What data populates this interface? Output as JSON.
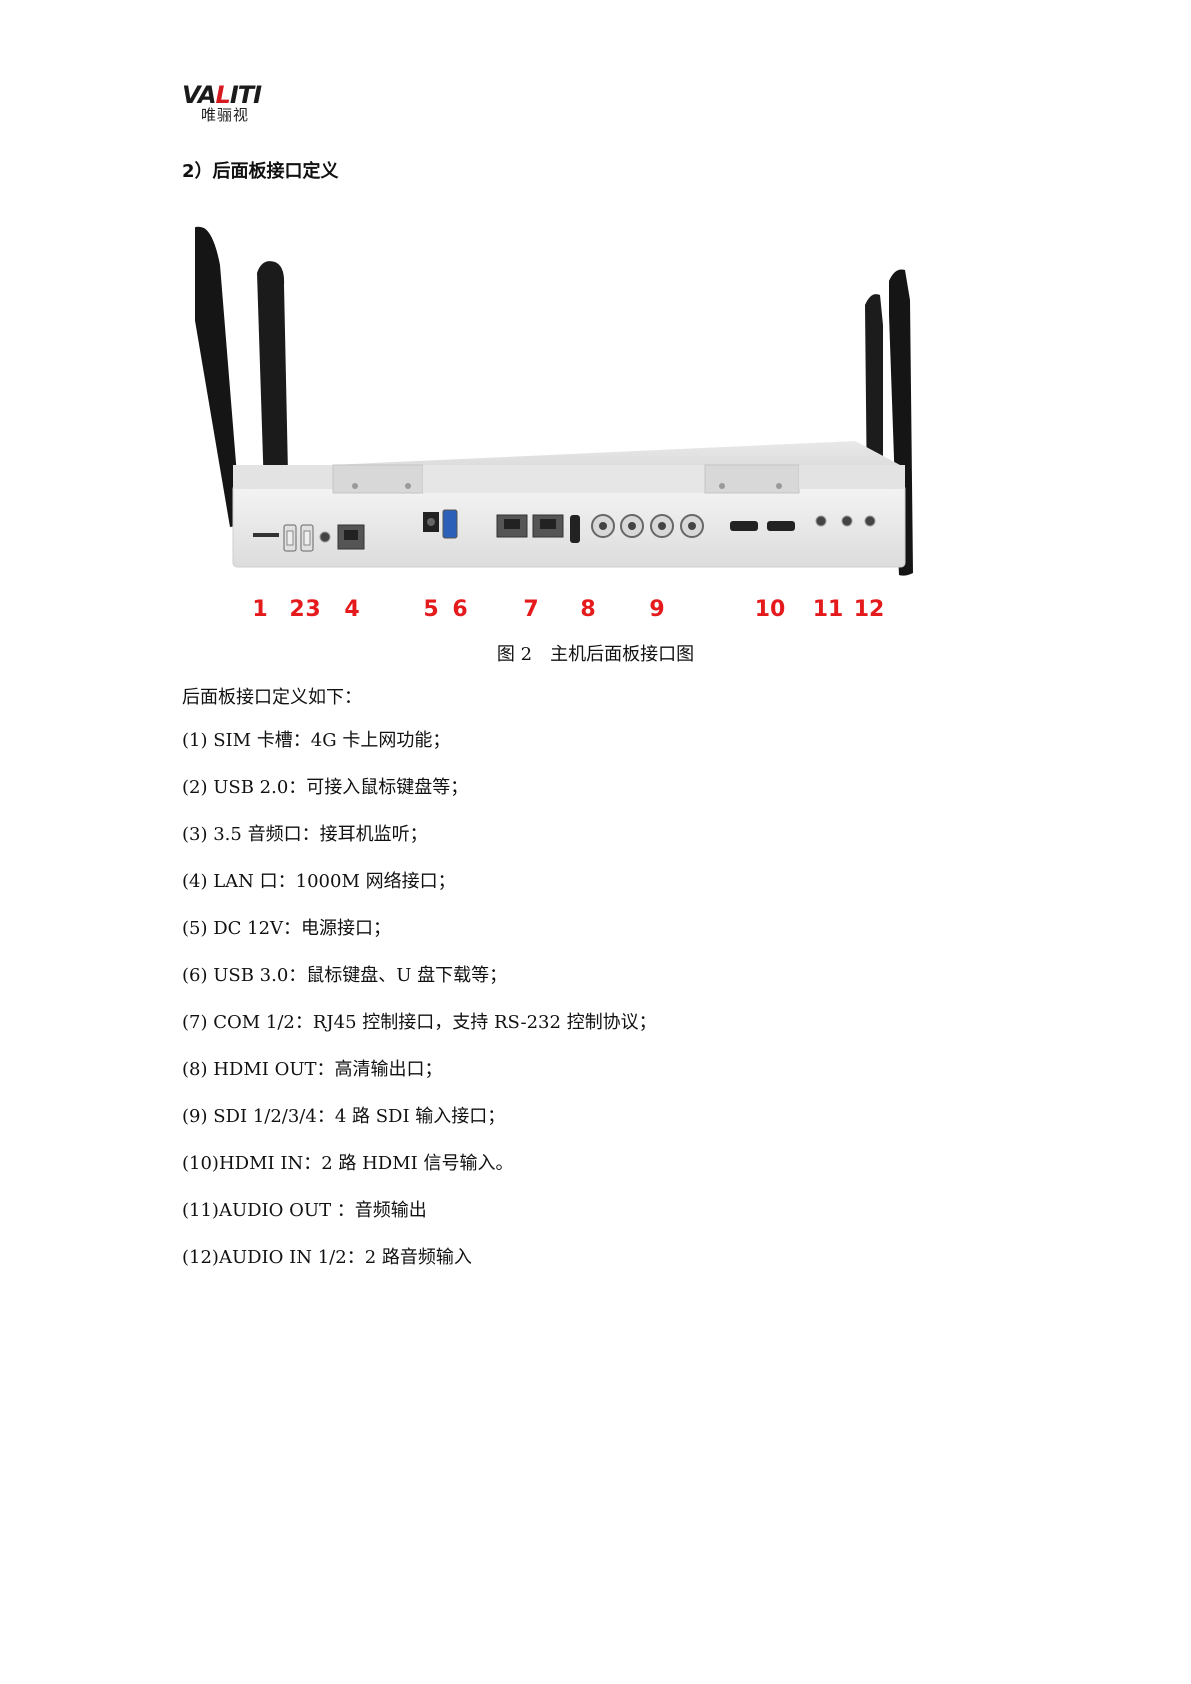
{
  "header": {
    "logo_text": "VALITI",
    "logo_sub": "唯骊视"
  },
  "section_title": "2）后面板接口定义",
  "figure": {
    "callouts": [
      "1",
      "2",
      "3",
      "4",
      "5",
      "6",
      "7",
      "8",
      "9",
      "10",
      "11",
      "12"
    ],
    "caption": "图 2　主机后面板接口图"
  },
  "intro": "后面板接口定义如下：",
  "items": [
    "(1) SIM 卡槽：4G 卡上网功能；",
    "(2) USB 2.0：可接入鼠标键盘等；",
    "(3) 3.5 音频口：接耳机监听；",
    "(4) LAN 口：1000M 网络接口；",
    "(5) DC 12V：电源接口；",
    "(6) USB 3.0：鼠标键盘、U 盘下载等；",
    "(7) COM 1/2：RJ45 控制接口，支持 RS-232 控制协议；",
    "(8) HDMI OUT：高清输出口；",
    "(9) SDI 1/2/3/4：4 路 SDI 输入接口；",
    "(10)HDMI IN：2 路 HDMI 信号输入。",
    "(11)AUDIO OUT ：音频输出",
    "(12)AUDIO IN 1/2：2 路音频输入"
  ]
}
